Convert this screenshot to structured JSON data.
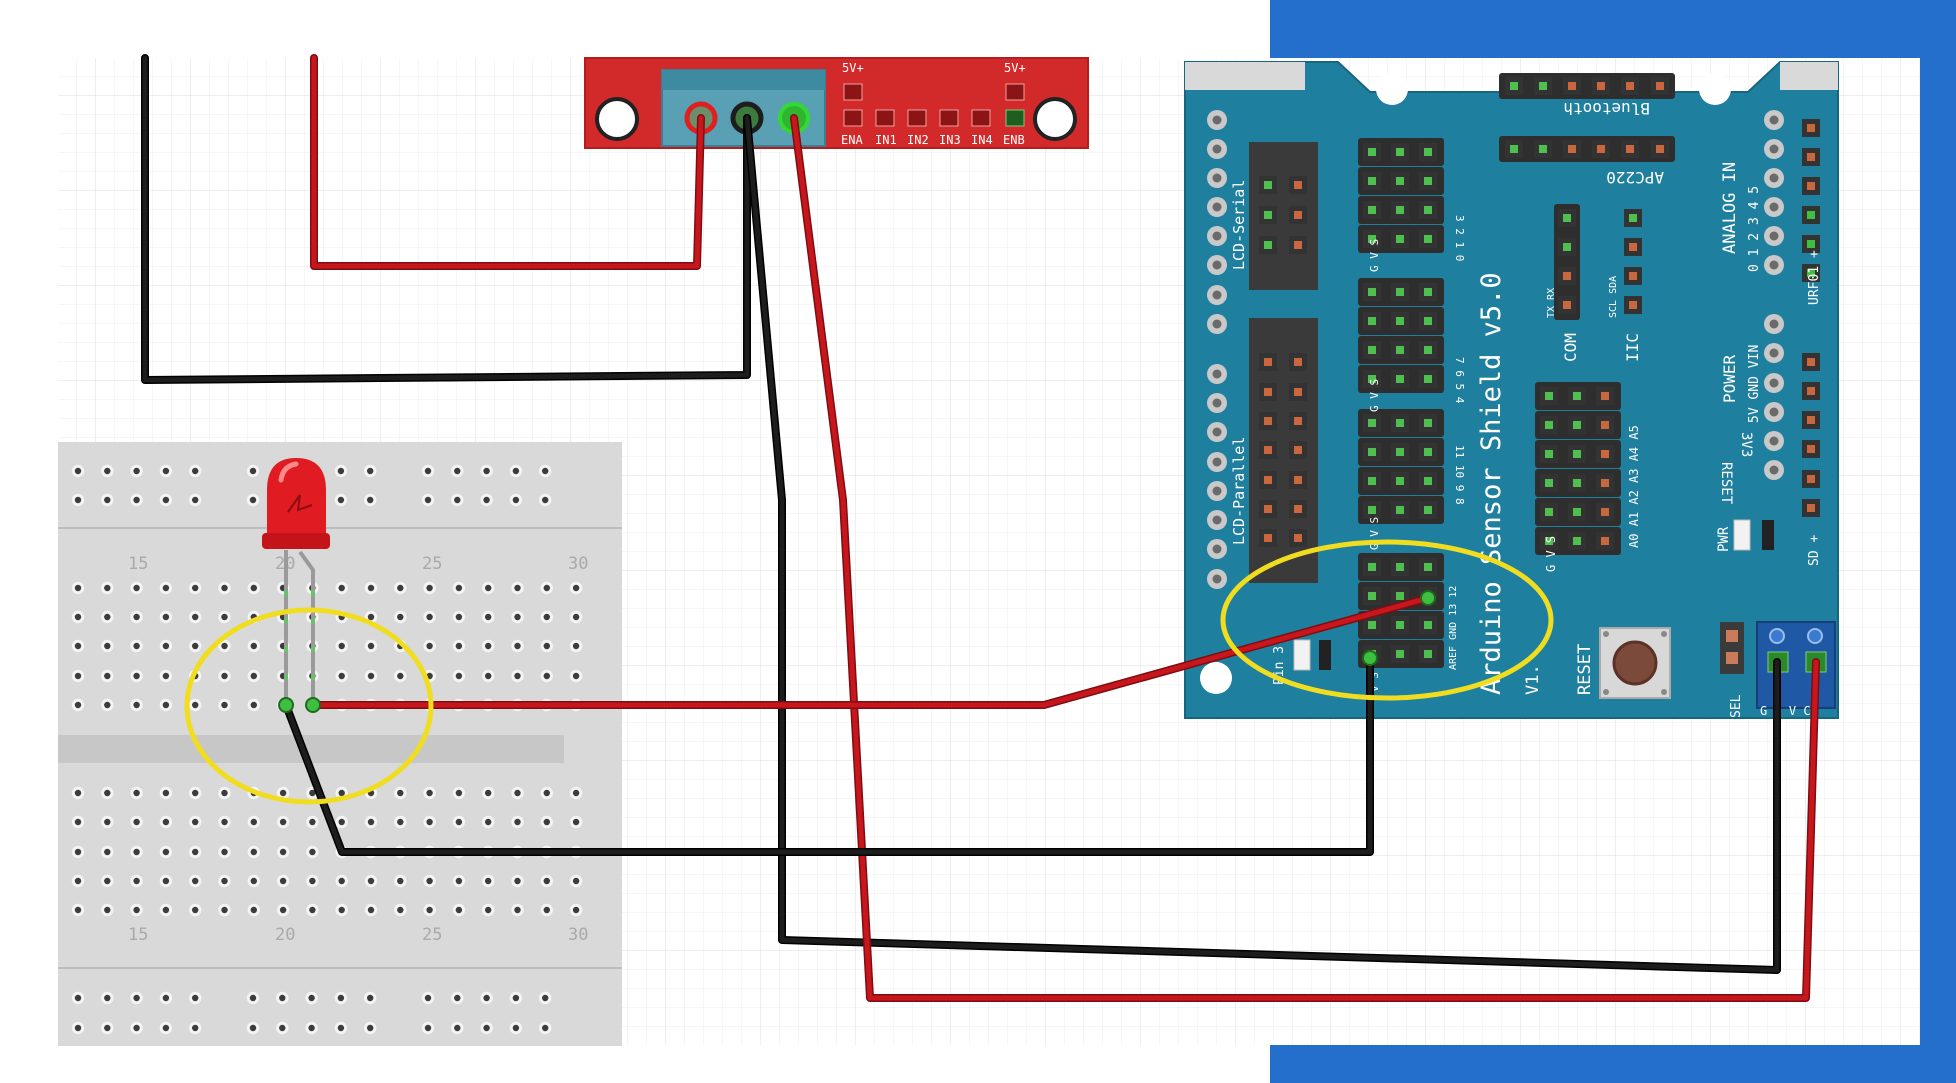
{
  "colors": {
    "accent_blue": "#236fcb",
    "grid": "#e6e6e6",
    "wire_red": "#c8161d",
    "wire_black": "#1d1d1d",
    "highlight_yellow": "#f1dd1f",
    "shield_blue": "#1f7f9f",
    "driver_red": "#d22a2a",
    "led_red": "#e01b22"
  },
  "breadboard": {
    "col_labels_top": [
      "15",
      "20",
      "25",
      "30"
    ],
    "col_labels_bottom": [
      "15",
      "20",
      "25",
      "30"
    ]
  },
  "motor_driver": {
    "pin_labels": [
      "ENA",
      "IN1",
      "IN2",
      "IN3",
      "IN4",
      "ENB"
    ],
    "v5_label_left": "5V+",
    "v5_label_right": "5V+"
  },
  "shield": {
    "title": "Arduino Sensor Shield v5.0",
    "version": "V1.",
    "lcd_serial": "LCD-Serial",
    "lcd_parallel": "LCD-Parallel",
    "bluetooth": "Bluetooth",
    "apc220": "APC220",
    "com": "COM",
    "com_pins": "TX  RX",
    "iic": "IIC",
    "iic_pins": "SCL SDA",
    "analog_in": "ANALOG IN",
    "analog_numbers": "0 1 2 3 4 5",
    "urf01": "URF01 +",
    "power": "POWER",
    "power_pins": "5V GND VIN",
    "v3": "3V3",
    "reset_pin": "RESET",
    "pwr": "PWR",
    "sd": "SD +",
    "reset_button": "RESET",
    "sel": "SEL",
    "gvc": "G D V C",
    "pin13": "Pin 3",
    "gvs": "G  V  S",
    "analog_row": "A0 A1 A2 A3 A4 A5",
    "digital_rows": [
      {
        "label": "G  V  S",
        "numbers": "3 2 1 0"
      },
      {
        "label": "G  V  S",
        "numbers": "7 6 5 4"
      },
      {
        "label": "G  V  S",
        "numbers": "11 10 9 8"
      },
      {
        "label": "V  S",
        "numbers": "AREF GND 13 12"
      }
    ]
  }
}
